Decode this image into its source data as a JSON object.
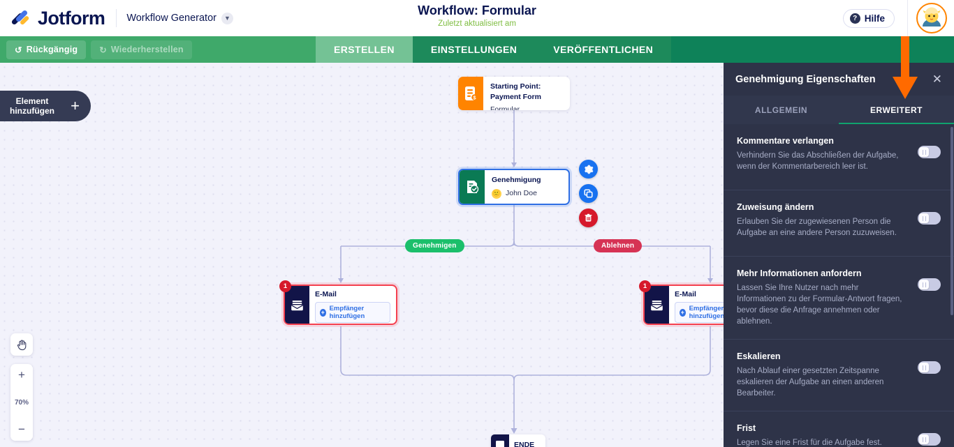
{
  "header": {
    "brand_name": "Jotform",
    "brand_logo_icon": "jotform-logo-icon",
    "workflow_generator_label": "Workflow Generator",
    "workflow_generator_chevron_icon": "chevron-down-icon",
    "title": "Workflow: Formular",
    "subtitle": "Zuletzt aktualisiert am",
    "help_label": "Hilfe",
    "help_icon": "question-mark-icon",
    "avatar_icon": "user-avatar-icon"
  },
  "toolbar": {
    "undo_label": "Rückgängig",
    "undo_icon": "undo-arrow-icon",
    "redo_label": "Wiederherstellen",
    "redo_icon": "redo-arrow-icon",
    "tabs": [
      {
        "label": "ERSTELLEN",
        "active": true
      },
      {
        "label": "EINSTELLUNGEN",
        "active": false
      },
      {
        "label": "VERÖFFENTLICHEN",
        "active": false
      }
    ]
  },
  "canvas": {
    "add_element_label_line1": "Element",
    "add_element_label_line2": "hinzufügen",
    "add_element_plus_icon": "plus-icon",
    "pan_tool_icon": "hand-icon",
    "zoom_in_icon": "plus-icon",
    "zoom_out_icon": "minus-icon",
    "zoom_level": "70%",
    "nodes": {
      "start": {
        "title": "Starting Point: Payment Form",
        "subtitle": "Formular",
        "icon": "payment-form-icon"
      },
      "approval": {
        "title": "Genehmigung",
        "assignee": "John Doe",
        "icon": "approval-document-icon",
        "assignee_avatar_icon": "user-avatar-icon",
        "actions": [
          {
            "name": "settings",
            "icon": "gear-icon"
          },
          {
            "name": "duplicate",
            "icon": "copy-icon"
          },
          {
            "name": "delete",
            "icon": "trash-icon"
          }
        ]
      },
      "email_left": {
        "title": "E-Mail",
        "add_recipient_label": "Empfänger hinzufügen",
        "add_recipient_icon": "plus-circle-icon",
        "error_count": "1",
        "icon": "envelope-icon"
      },
      "email_right": {
        "title": "E-Mail",
        "add_recipient_label": "Empfänger hinzufügen",
        "add_recipient_icon": "plus-circle-icon",
        "error_count": "1",
        "icon": "envelope-icon"
      },
      "end": {
        "label": "ENDE",
        "icon": "end-square-icon"
      }
    },
    "branch_labels": {
      "approve": "Genehmigen",
      "reject": "Ablehnen"
    }
  },
  "panel": {
    "title": "Genehmigung Eigenschaften",
    "close_icon": "close-icon",
    "tabs": [
      {
        "label": "ALLGEMEIN",
        "active": false
      },
      {
        "label": "ERWEITERT",
        "active": true
      }
    ],
    "settings": [
      {
        "title": "Kommentare verlangen",
        "description": "Verhindern Sie das Abschließen der Aufgabe, wenn der Kommentarbereich leer ist.",
        "toggle": "off"
      },
      {
        "title": "Zuweisung ändern",
        "description": "Erlauben Sie der zugewiesenen Person die Aufgabe an eine andere Person zuzuweisen.",
        "toggle": "off"
      },
      {
        "title": "Mehr Informationen anfordern",
        "description": "Lassen Sie Ihre Nutzer nach mehr Informationen zu der Formular-Antwort fragen, bevor diese die Anfrage annehmen oder ablehnen.",
        "toggle": "off"
      },
      {
        "title": "Eskalieren",
        "description": "Nach Ablauf einer gesetzten Zeitspanne eskalieren der Aufgabe an einen anderen Bearbeiter.",
        "toggle": "off"
      },
      {
        "title": "Frist",
        "description": "Legen Sie eine Frist für die Aufgabe fest.",
        "toggle": "off"
      }
    ]
  },
  "annotation": {
    "arrow_icon": "orange-down-arrow-icon",
    "arrow_color": "#ff6a00"
  },
  "colors": {
    "brand_navy": "#0a1551",
    "green_bar": "#30a55f",
    "tab_active": "#74c295",
    "panel_bg": "#2e3348",
    "error_red": "#f5404f",
    "approve_green": "#1bbf6b",
    "reject_red": "#d63354",
    "orange": "#ff8400"
  }
}
